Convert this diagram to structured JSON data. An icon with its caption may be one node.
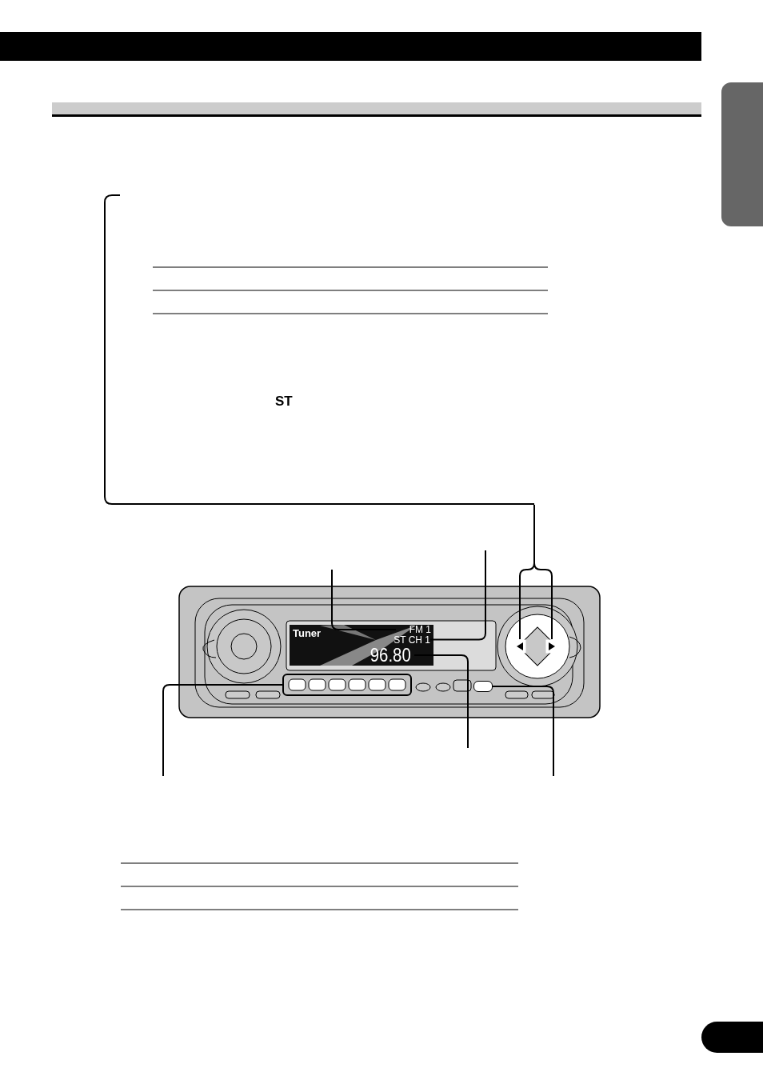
{
  "diagram": {
    "nodes": [
      {
        "text": [
          "ST"
        ]
      },
      {
        "text": [
          "FM 1"
        ]
      },
      {
        "text": [
          "ST CH 1"
        ]
      },
      {
        "text": [
          "96.80"
        ]
      },
      {
        "text": [],
        "shape": "triangle"
      },
      {
        "text": [],
        "shape": "triangle"
      },
      {
        "text": [],
        "shape": "box"
      },
      {
        "text": [],
        "shape": "box"
      },
      {
        "text": [],
        "shape": "bar"
      },
      {
        "text": [],
        "shape": "bar"
      }
    ],
    "edges": [
      {
        "from": 0,
        "to": 4,
        "arrow": "none"
      },
      {
        "from": 0,
        "to": 5,
        "arrow": "none"
      },
      {
        "from": null,
        "to": 1,
        "arrow": "none"
      },
      {
        "from": null,
        "to": 2,
        "arrow": "none"
      },
      {
        "from": null,
        "to": 3,
        "arrow": "none"
      },
      {
        "from": null,
        "to": 6,
        "arrow": "none"
      },
      {
        "from": null,
        "to": 7,
        "arrow": "none"
      }
    ],
    "labels": [
      "Tuner"
    ]
  }
}
